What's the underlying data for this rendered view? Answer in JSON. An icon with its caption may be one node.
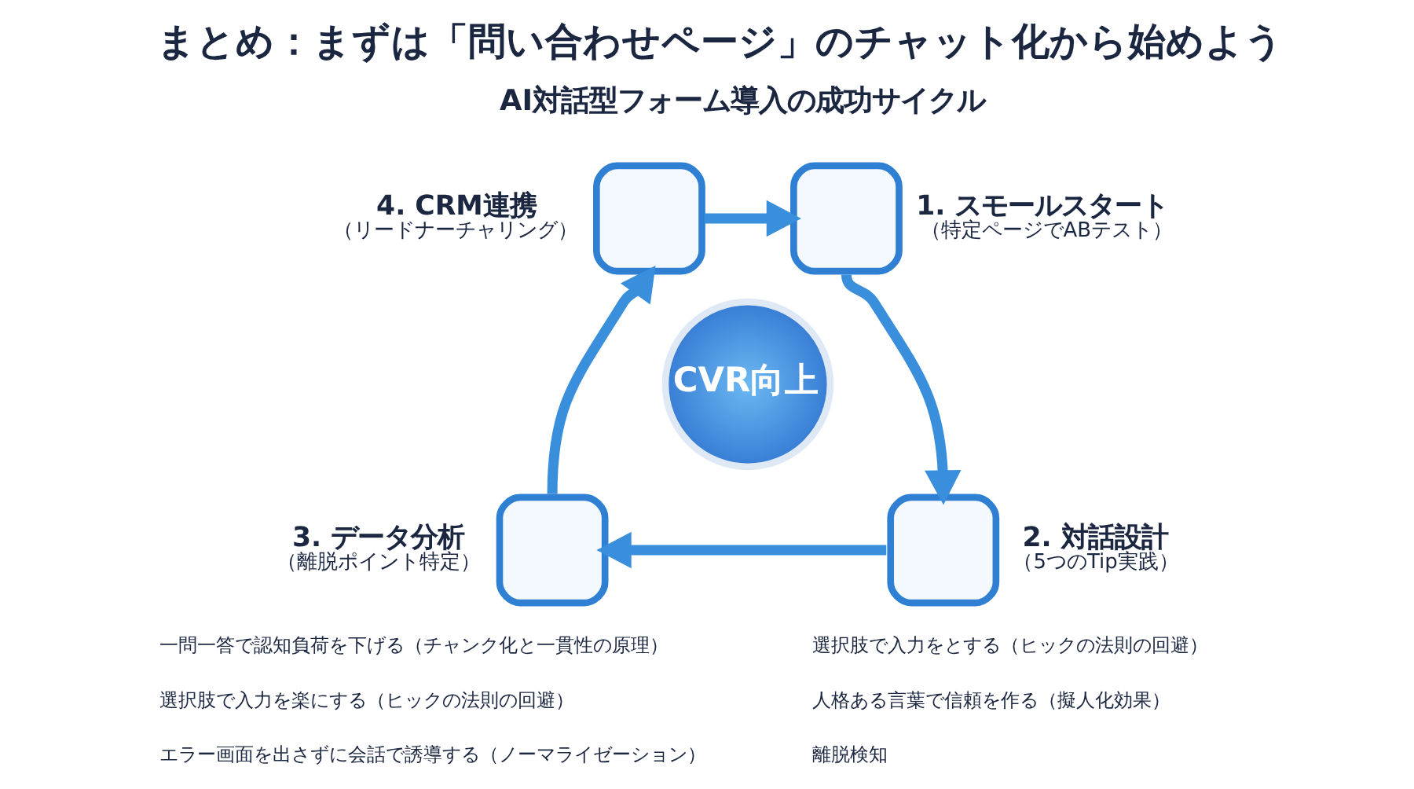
{
  "diagram": {
    "title": "まとめ：まずは「問い合わせページ」のチャット化から始めよう",
    "nodes": [
      {
        "text": [
          "4. CRM連携",
          "（リードナーチャリング）"
        ]
      },
      {
        "text": [
          "1. スモールスタート",
          "（特定ページでABテスト）"
        ]
      },
      {
        "text": [
          "CVR向上"
        ]
      },
      {
        "text": [
          "3. データ分析",
          "（離脱ポイント特定）"
        ]
      },
      {
        "text": [
          "2. 対話設計",
          "（5つのTip実践）"
        ]
      }
    ],
    "edges": [
      {
        "from": 0,
        "to": 1,
        "arrow": "to"
      },
      {
        "from": 1,
        "to": 4,
        "arrow": "to"
      },
      {
        "from": 4,
        "to": 3,
        "arrow": "to"
      },
      {
        "from": 3,
        "to": 0,
        "arrow": "to"
      }
    ],
    "labels": [
      "AI対話型フォーム導入の成功サイクル",
      "一問一答で認知負荷を下げる（チャンク化と一貫性の原理）",
      "選択肢で入力をとする（ヒックの法則の回避）",
      "選択肢で入力を楽にする（ヒックの法則の回避）",
      "人格ある言葉で信頼を作る（擬人化効果）",
      "エラー画面を出さずに会話で誘導する（ノーマライゼーション）",
      "離脱検知"
    ]
  }
}
